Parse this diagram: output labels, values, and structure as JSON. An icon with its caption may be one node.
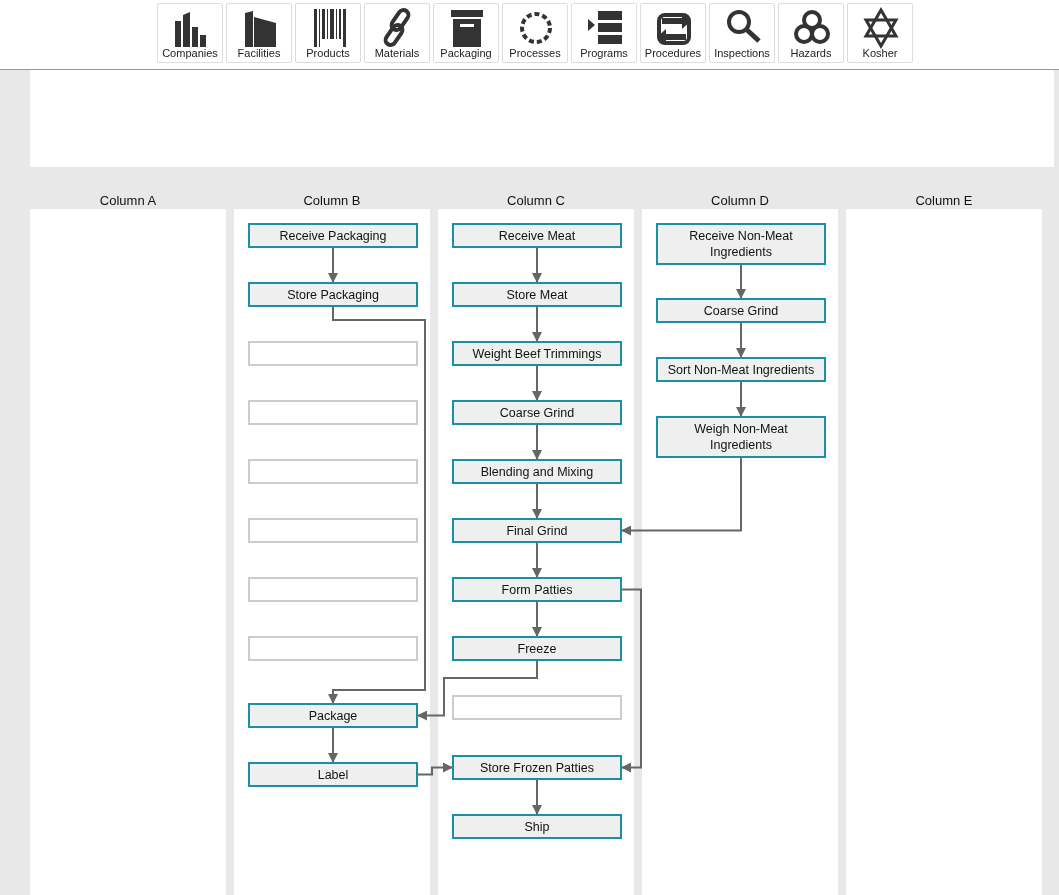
{
  "diagram": {
    "nodes": [
      {
        "text": [
          "Column A"
        ]
      },
      {
        "text": [
          "Column B"
        ]
      },
      {
        "text": [
          "Column C"
        ]
      },
      {
        "text": [
          "Column D"
        ]
      },
      {
        "text": [
          "Column E"
        ]
      },
      {
        "text": [
          "Receive Packaging"
        ],
        "in": 1
      },
      {
        "text": [
          "Store Packaging"
        ],
        "in": 1
      },
      {
        "text": [],
        "shape": "box",
        "in": 1
      },
      {
        "text": [],
        "shape": "box",
        "in": 1
      },
      {
        "text": [],
        "shape": "box",
        "in": 1
      },
      {
        "text": [],
        "shape": "box",
        "in": 1
      },
      {
        "text": [],
        "shape": "box",
        "in": 1
      },
      {
        "text": [],
        "shape": "box",
        "in": 1
      },
      {
        "text": [
          "Package"
        ],
        "in": 1
      },
      {
        "text": [
          "Label"
        ],
        "in": 1
      },
      {
        "text": [
          "Receive Meat"
        ],
        "in": 2
      },
      {
        "text": [
          "Store Meat"
        ],
        "in": 2
      },
      {
        "text": [
          "Weight Beef Trimmings"
        ],
        "in": 2
      },
      {
        "text": [
          "Coarse Grind"
        ],
        "in": 2
      },
      {
        "text": [
          "Blending and Mixing"
        ],
        "in": 2
      },
      {
        "text": [
          "Final Grind"
        ],
        "in": 2
      },
      {
        "text": [
          "Form Patties"
        ],
        "in": 2
      },
      {
        "text": [
          "Freeze"
        ],
        "in": 2
      },
      {
        "text": [],
        "shape": "box",
        "in": 2
      },
      {
        "text": [
          "Store Frozen Patties"
        ],
        "in": 2
      },
      {
        "text": [
          "Ship"
        ],
        "in": 2
      },
      {
        "text": [
          "Receive Non-Meat Ingredients"
        ],
        "in": 3
      },
      {
        "text": [
          "Coarse Grind"
        ],
        "in": 3
      },
      {
        "text": [
          "Sort Non-Meat Ingredients"
        ],
        "in": 3
      },
      {
        "text": [
          "Weigh Non-Meat Ingredients"
        ],
        "in": 3
      }
    ],
    "edges": [
      {
        "from": 5,
        "to": 6,
        "arrow": "to"
      },
      {
        "from": 6,
        "to": 13,
        "arrow": "to"
      },
      {
        "from": 13,
        "to": 14,
        "arrow": "to"
      },
      {
        "from": 14,
        "to": 24,
        "arrow": "to"
      },
      {
        "from": 15,
        "to": 16,
        "arrow": "to"
      },
      {
        "from": 16,
        "to": 17,
        "arrow": "to"
      },
      {
        "from": 17,
        "to": 18,
        "arrow": "to"
      },
      {
        "from": 18,
        "to": 19,
        "arrow": "to"
      },
      {
        "from": 19,
        "to": 20,
        "arrow": "to"
      },
      {
        "from": 20,
        "to": 21,
        "arrow": "to"
      },
      {
        "from": 21,
        "to": 22,
        "arrow": "to"
      },
      {
        "from": 22,
        "to": 13,
        "arrow": "to"
      },
      {
        "from": 21,
        "to": 24,
        "arrow": "to"
      },
      {
        "from": 24,
        "to": 25,
        "arrow": "to"
      },
      {
        "from": 26,
        "to": 27,
        "arrow": "to"
      },
      {
        "from": 27,
        "to": 28,
        "arrow": "to"
      },
      {
        "from": 28,
        "to": 29,
        "arrow": "to"
      },
      {
        "from": 29,
        "to": 20,
        "arrow": "to"
      }
    ],
    "labels": [
      "Companies",
      "Facilities",
      "Products",
      "Materials",
      "Packaging",
      "Processes",
      "Programs",
      "Procedures",
      "Inspections",
      "Hazards",
      "Kosher"
    ]
  }
}
